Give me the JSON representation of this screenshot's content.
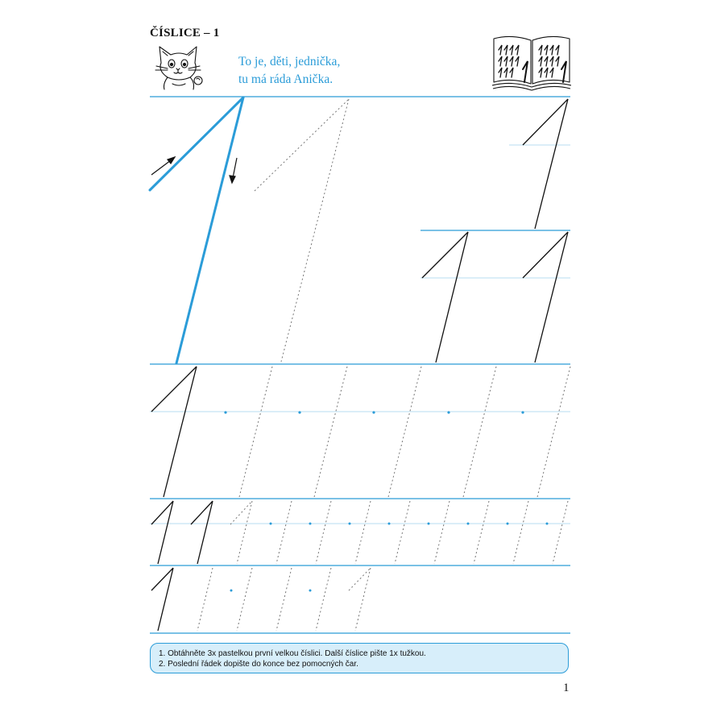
{
  "worksheet": {
    "title": "ČÍSLICE – 1",
    "rhyme_lines": [
      "To je, děti, jednička,",
      "tu má ráda Anička."
    ],
    "instructions": [
      "1. Obtáhněte 3x pastelkou první velkou číslici. Další číslice pište 1x tužkou.",
      "2. Poslední řádek dopište do konce bez pomocných čar."
    ],
    "page_number": "1"
  },
  "colors": {
    "accent": "#2b9cd8",
    "guide_line": "#9fd2ee",
    "instruction_box_bg": "#d7eefa",
    "text": "#111111"
  },
  "icons": {
    "cat": "cat-illustration-icon",
    "book": "open-book-with-ones-icon",
    "arrow_up": "arrow-up-right-icon",
    "arrow_down": "arrow-down-icon"
  }
}
